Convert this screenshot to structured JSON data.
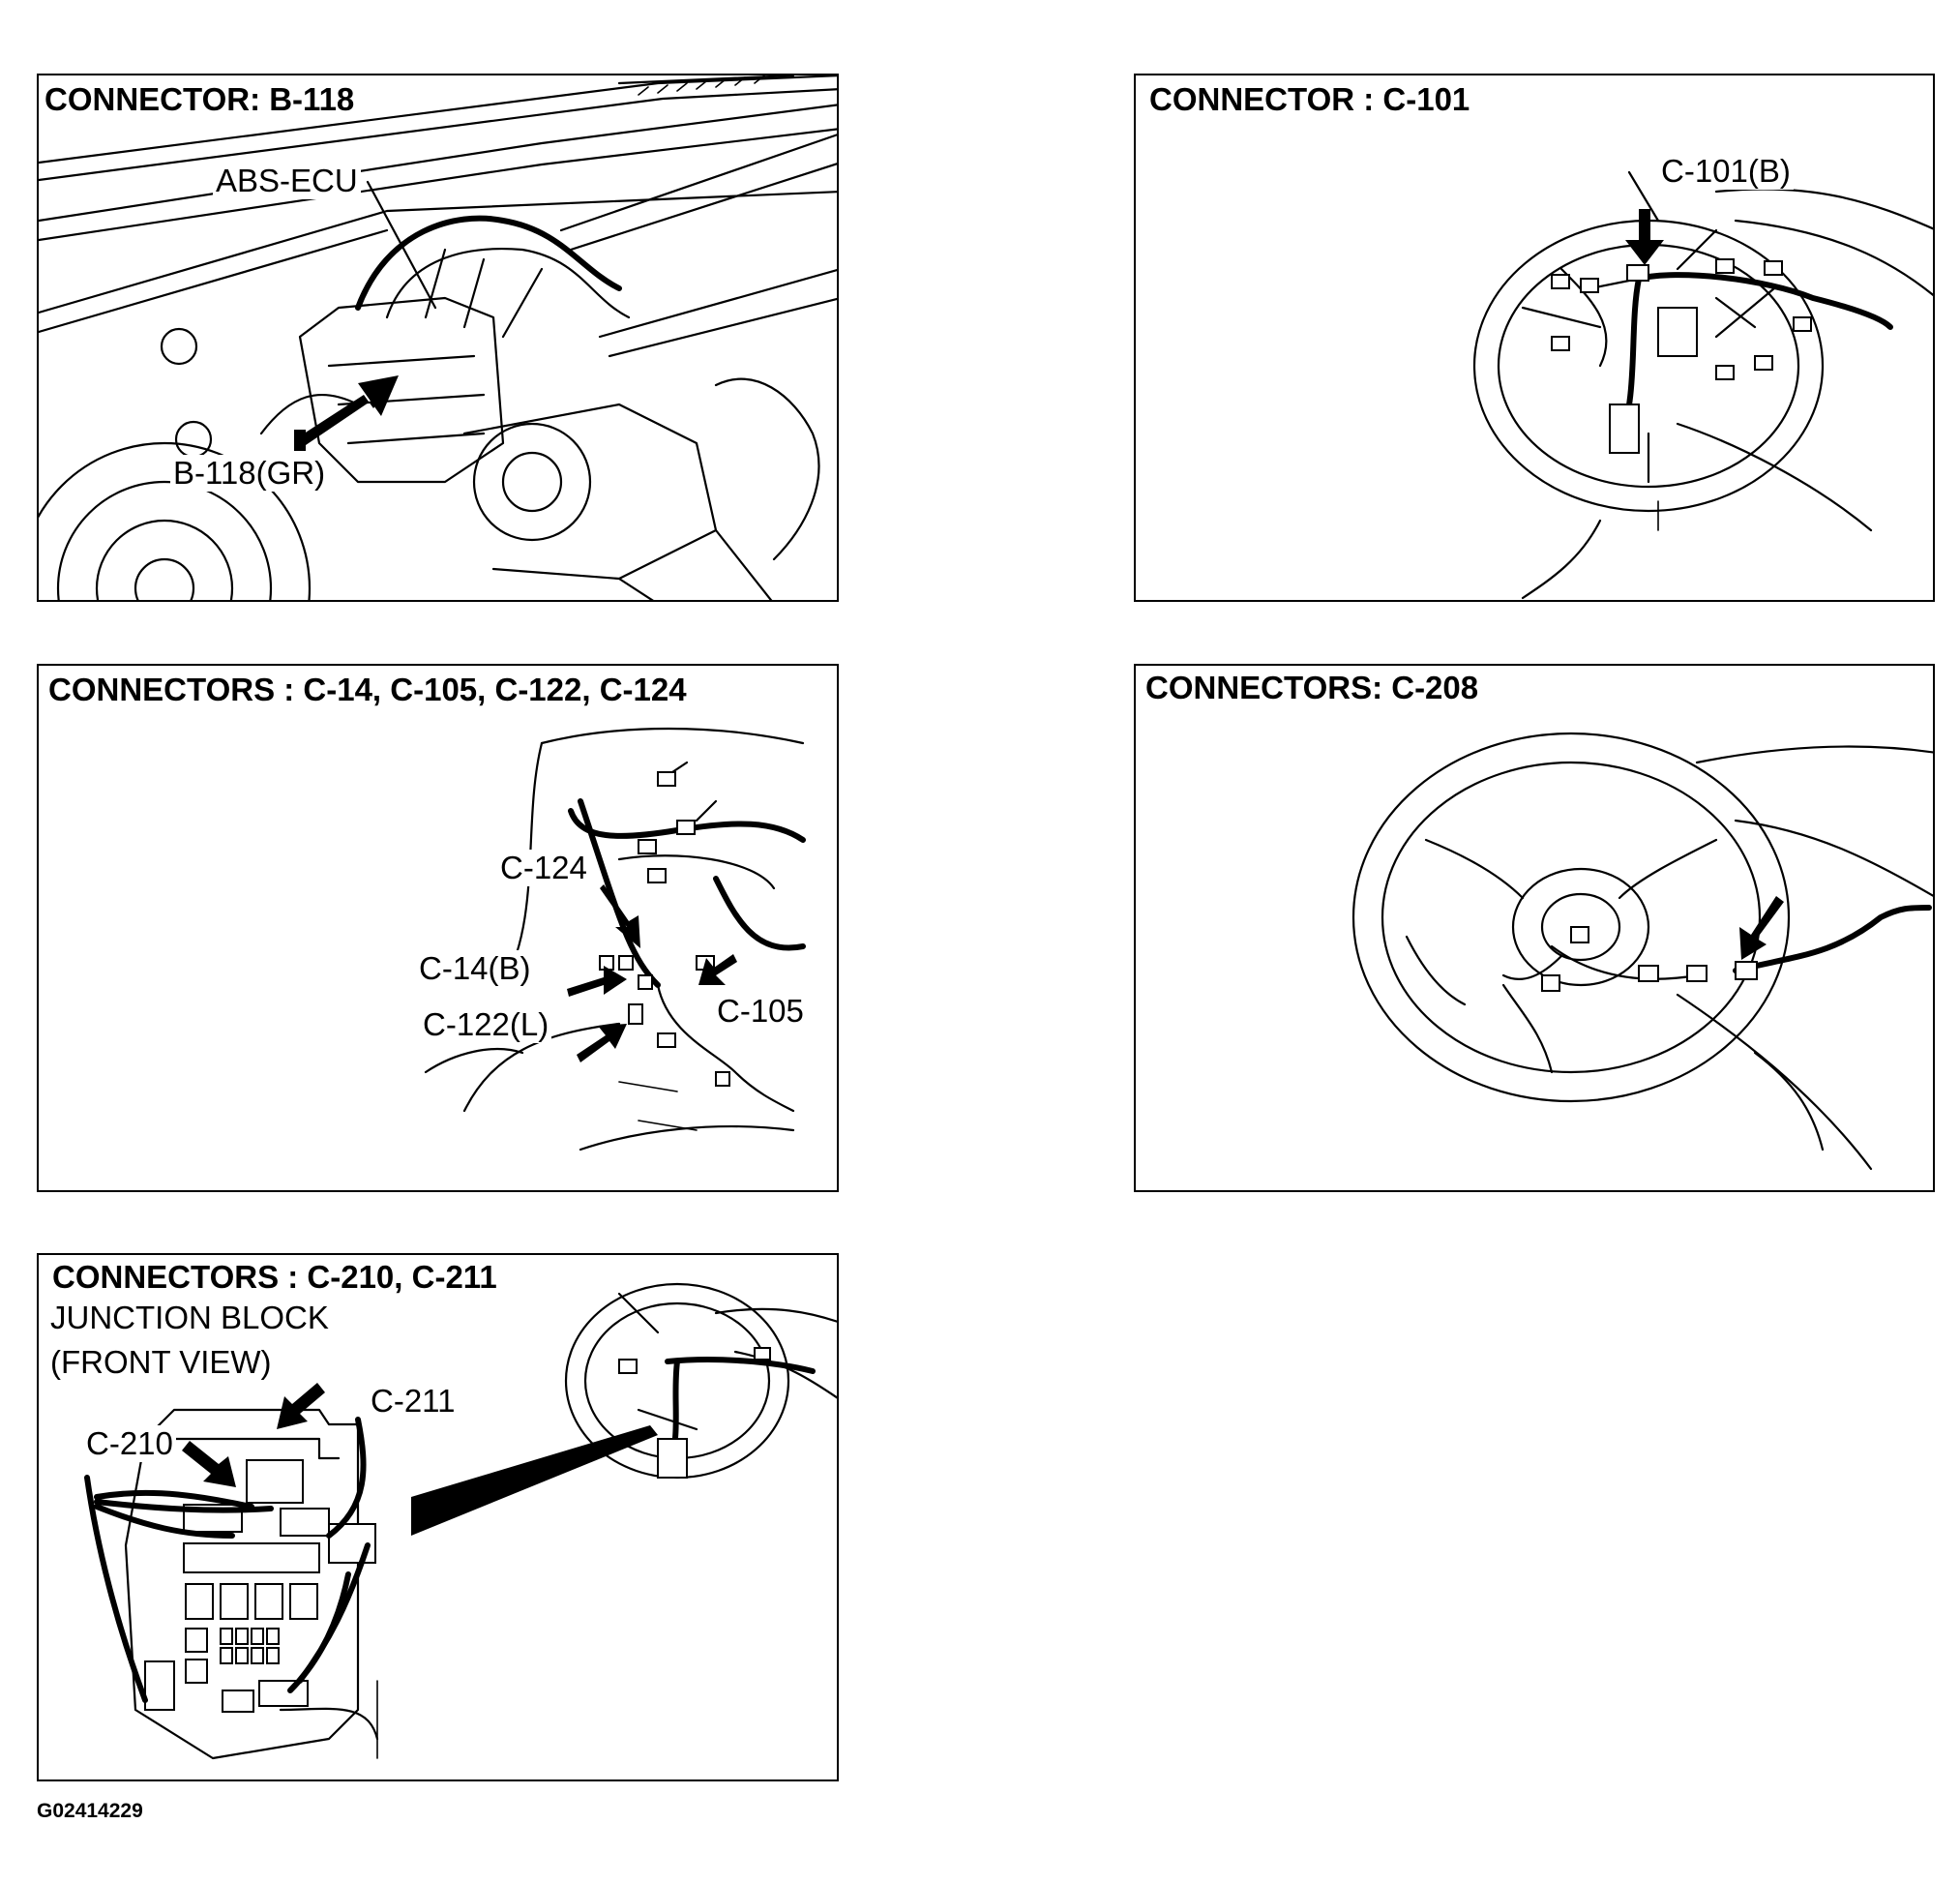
{
  "panels": {
    "b118": {
      "title": "CONNECTOR: B-118",
      "labels": {
        "ecu": "ABS-ECU",
        "conn": "B-118(GR)"
      }
    },
    "c101": {
      "title": "CONNECTOR : C-101",
      "labels": {
        "conn": "C-101(B)"
      }
    },
    "c14": {
      "title": "CONNECTORS : C-14, C-105, C-122, C-124",
      "labels": {
        "c124": "C-124",
        "c14": "C-14(B)",
        "c122": "C-122(L)",
        "c105": "C-105"
      }
    },
    "c208": {
      "title": "CONNECTORS: C-208"
    },
    "c210": {
      "title": "CONNECTORS : C-210, C-211",
      "subtitle_1": "JUNCTION BLOCK",
      "subtitle_2": "(FRONT VIEW)",
      "labels": {
        "c210": "C-210",
        "c211": "C-211"
      }
    }
  },
  "figure_id": "G02414229"
}
